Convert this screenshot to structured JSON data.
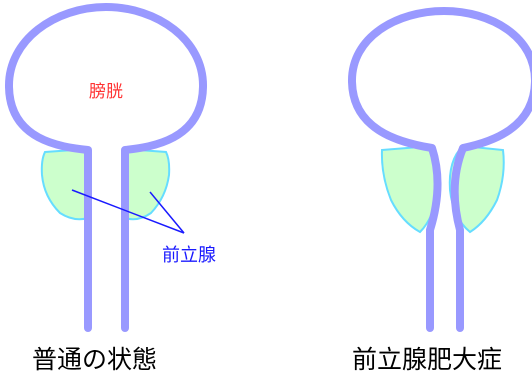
{
  "labels": {
    "bladder": "膀胱",
    "prostate": "前立腺",
    "normal_state": "普通の状態",
    "enlarged_state": "前立腺肥大症"
  },
  "colors": {
    "organ_outline": "#9999ff",
    "prostate_fill": "#ccffcc",
    "prostate_outline": "#66ddff",
    "pointer_line": "#1a1aff",
    "bladder_label": "#ff3333",
    "prostate_label": "#1a1aff",
    "caption_text": "#000000"
  }
}
